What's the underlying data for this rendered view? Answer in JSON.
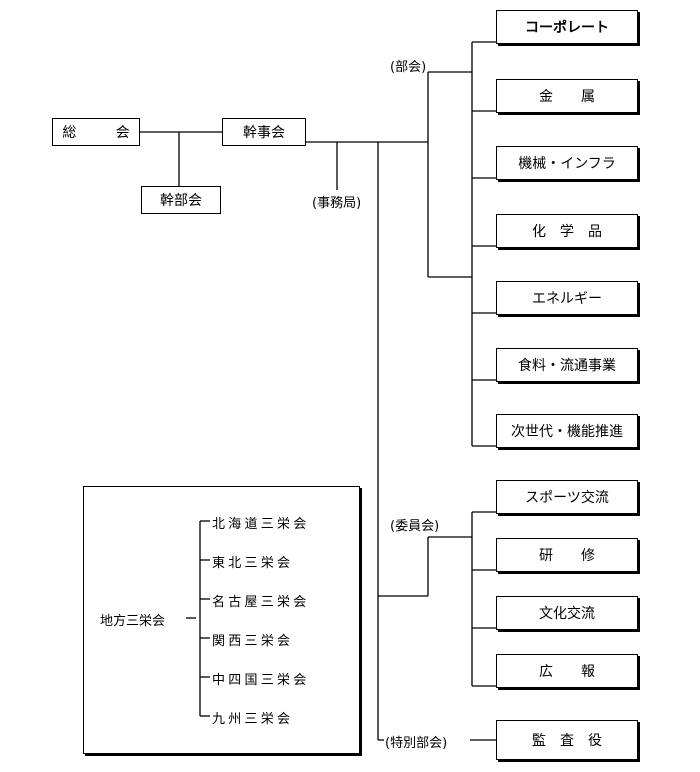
{
  "top": {
    "general_meeting": "総　会",
    "board": "幹事会",
    "executive_committee": "幹部会",
    "secretariat": "(事務局)"
  },
  "divisions": {
    "label": "(部会)",
    "items": [
      "コーポレート",
      "金　　属",
      "機械・インフラ",
      "化　学　品",
      "エネルギー",
      "食料・流通事業",
      "次世代・機能推進"
    ]
  },
  "committees": {
    "label": "(委員会)",
    "items": [
      "スポーツ交流",
      "研　　修",
      "文化交流",
      "広　　報"
    ]
  },
  "special": {
    "label": "(特別部会)",
    "item": "監　査　役"
  },
  "regional": {
    "label": "地方三栄会",
    "items": [
      "北海道三栄会",
      "東北三栄会",
      "名古屋三栄会",
      "関西三栄会",
      "中四国三栄会",
      "九州三栄会"
    ]
  }
}
